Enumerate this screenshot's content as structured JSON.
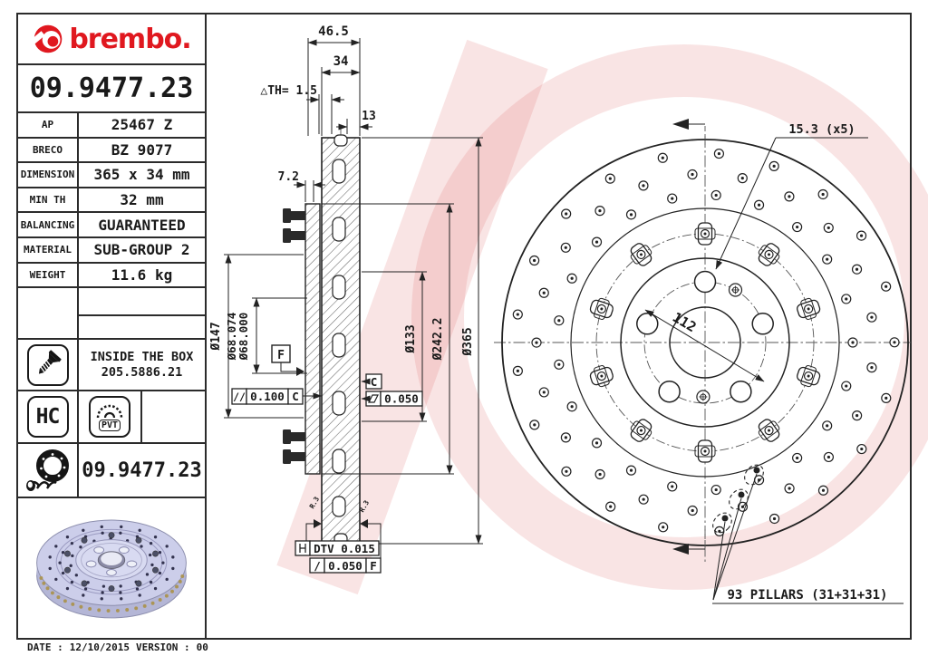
{
  "colors": {
    "brand_red": "#e0181f",
    "line": "#222222",
    "watermark_pink": "rgba(219,90,90,0.16)",
    "disc_lavender": "#ccceea"
  },
  "logo": {
    "brand": "brembo."
  },
  "part_number": "09.9477.23",
  "spec_table": {
    "rows": [
      {
        "label": "AP",
        "value": "25467 Z"
      },
      {
        "label": "BRECO",
        "value": "BZ 9077"
      },
      {
        "label": "DIMENSION",
        "value": "365 x 34 mm"
      },
      {
        "label": "MIN TH",
        "value": "32 mm"
      },
      {
        "label": "BALANCING",
        "value": "GUARANTEED"
      },
      {
        "label": "MATERIAL",
        "value": "SUB-GROUP 2"
      },
      {
        "label": "WEIGHT",
        "value": "11.6 kg"
      }
    ]
  },
  "inside_box": {
    "line1": "INSIDE THE BOX",
    "line2": "205.5886.21"
  },
  "badges": {
    "hc": "HC",
    "pvt": "PVT"
  },
  "kit_number": "09.9477.23",
  "footer": {
    "date_label": "DATE :",
    "date": "12/10/2015",
    "version_label": "VERSION :",
    "version": "00"
  },
  "section_view": {
    "width_total": "46.5",
    "width_friction": "34",
    "min_th": "△TH= 1.5",
    "plate_th": "13",
    "hat_offset": "7.2",
    "dia_hat": "Ø147",
    "dia_bore_max": "Ø68.074",
    "dia_bore_min": "Ø68.000",
    "dia_inner": "Ø133",
    "dia_bell": "Ø242.2",
    "dia_outer": "Ø365",
    "datum_f": "F",
    "datum_c": "C",
    "parallel_sym": "//",
    "parallel_val": "0.100",
    "parallel_datum": "C",
    "flat_val": "0.050",
    "dtv": "DTV 0.015",
    "runout_sym": "/",
    "runout_val": "0.050",
    "runout_datum": "F",
    "fillet_left": "R.3",
    "fillet_right": "R.3"
  },
  "front_view": {
    "bolt_hole_dia": "15.3 (x5)",
    "pcd": "112",
    "pillars": "93 PILLARS (31+31+31)"
  }
}
